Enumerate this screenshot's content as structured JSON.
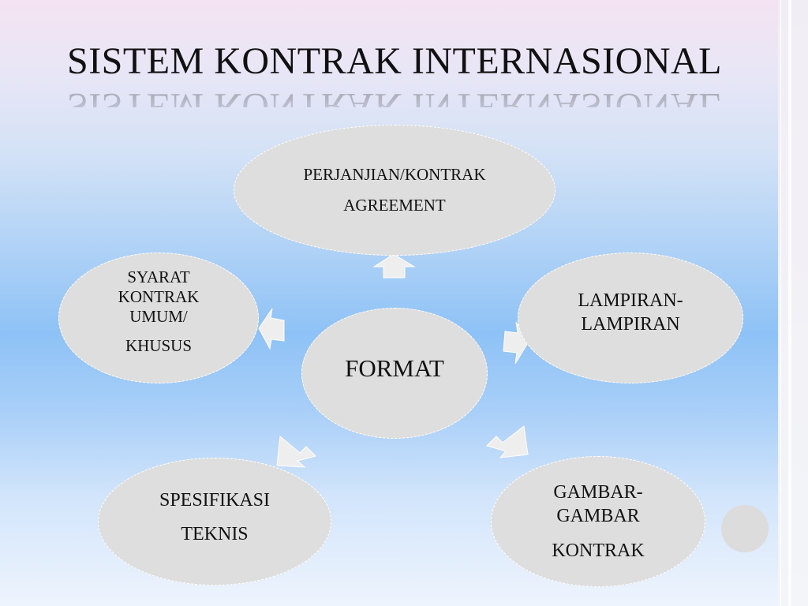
{
  "slide": {
    "title": "SISTEM KONTRAK INTERNASIONAL"
  },
  "diagram": {
    "center": "FORMAT",
    "nodes": {
      "top": {
        "lines": [
          "PERJANJIAN/KONTRAK",
          "AGREEMENT"
        ]
      },
      "left": {
        "lines": [
          "SYARAT",
          "KONTRAK",
          "UMUM/",
          "KHUSUS"
        ]
      },
      "right": {
        "lines": [
          "LAMPIRAN-",
          "LAMPIRAN"
        ]
      },
      "bottom_left": {
        "lines": [
          "SPESIFIKASI",
          "TEKNIS"
        ]
      },
      "bottom_right": {
        "lines": [
          "GAMBAR-",
          "GAMBAR",
          "KONTRAK"
        ]
      }
    }
  },
  "colors": {
    "node_fill": "#dedede",
    "arrow_fill": "#eeeeee",
    "text": "#111111"
  }
}
